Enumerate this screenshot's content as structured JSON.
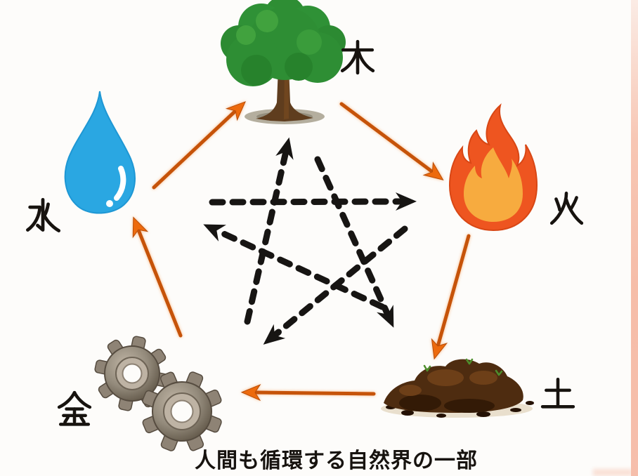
{
  "diagram": {
    "type": "five-elements-cycle",
    "caption": "人間も循環する自然界の一部",
    "elements": [
      {
        "id": "wood",
        "label": "木",
        "icon": "tree-icon",
        "position": "top"
      },
      {
        "id": "fire",
        "label": "火",
        "icon": "flame-icon",
        "position": "right"
      },
      {
        "id": "earth",
        "label": "土",
        "icon": "soil-mound-icon",
        "position": "bottom-right"
      },
      {
        "id": "metal",
        "label": "金",
        "icon": "gears-icon",
        "position": "bottom-left"
      },
      {
        "id": "water",
        "label": "水",
        "icon": "water-drop-icon",
        "position": "left"
      }
    ],
    "generating_cycle": {
      "style": "solid orange arrows, outer ring",
      "color": "#c65309",
      "links": [
        "水→木",
        "木→火",
        "火→土",
        "土→金",
        "金→水"
      ]
    },
    "overcoming_cycle": {
      "style": "black dashed pentagram arrows, center",
      "color": "#171513",
      "links": [
        "木→土",
        "土→水",
        "水→火",
        "火→金",
        "金→木"
      ]
    },
    "colors": {
      "background": "#fdfcfa",
      "right_edge_strip": "#f5b49c",
      "water_blue": "#2aa7e2",
      "flame_outer": "#ee5520",
      "flame_inner": "#f7ab3f",
      "tree_green": "#2e8e34",
      "trunk_brown": "#5f3d1e",
      "soil_brown": "#4e2c10",
      "gear_gray": "#8d8274"
    }
  }
}
